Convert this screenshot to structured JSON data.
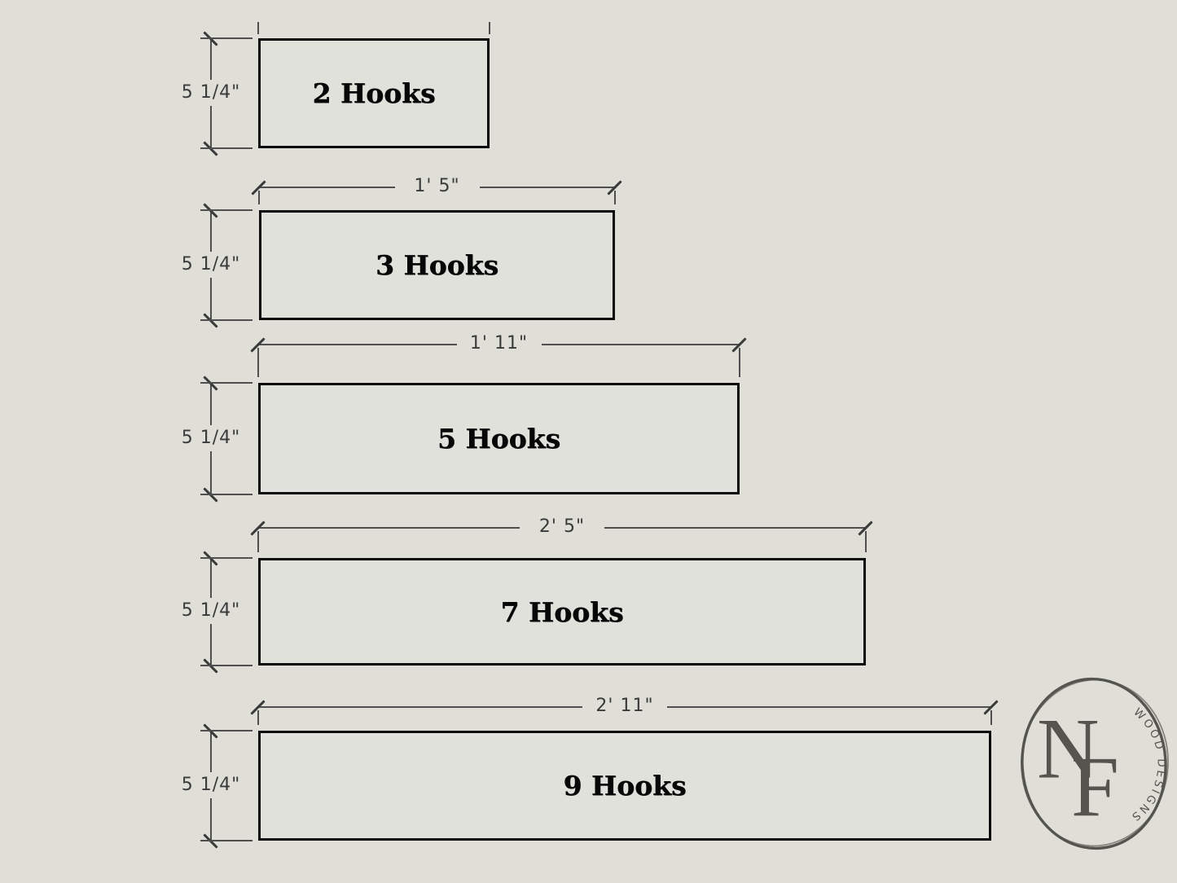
{
  "page": {
    "background_color": "#dfdfd8"
  },
  "diagram": {
    "outline_color": "#0b0b0b",
    "dimension_line_color": "#4f4f4f",
    "racks": [
      {
        "label": "2 Hooks",
        "height_label": "5 1/4\""
      },
      {
        "label": "3 Hooks",
        "height_label": "5 1/4\"",
        "width_label": "1' 5\""
      },
      {
        "label": "5 Hooks",
        "height_label": "5 1/4\"",
        "width_label": "1' 11\""
      },
      {
        "label": "7 Hooks",
        "height_label": "5 1/4\"",
        "width_label": "2' 5\""
      },
      {
        "label": "9 Hooks",
        "height_label": "5 1/4\"",
        "width_label": "2' 11\""
      }
    ]
  },
  "logo": {
    "letter_n": "N",
    "letter_f": "F",
    "arc_text": "WOOD DESIGNS",
    "color": "#55544e"
  }
}
